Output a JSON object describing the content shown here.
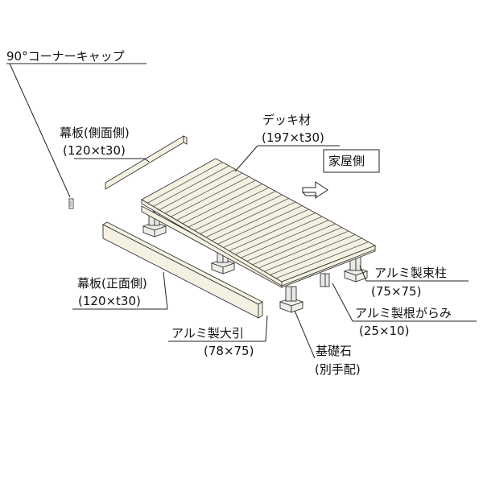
{
  "labels": {
    "corner_cap": "90°コーナーキャップ",
    "side_skirt": "幕板(側面側)",
    "side_skirt_size": "(120×t30)",
    "front_skirt": "幕板(正面側)",
    "front_skirt_size": "(120×t30)",
    "deck_board": "デッキ材",
    "deck_board_size": "(197×t30)",
    "house_side": "家屋側",
    "post": "アルミ製束柱",
    "post_size": "(75×75)",
    "brace": "アルミ製根がらみ",
    "brace_size": "(25×10)",
    "beam": "アルミ製大引",
    "beam_size": "(78×75)",
    "foundation": "基礎石",
    "foundation_note": "(別手配)"
  },
  "colors": {
    "board_fill": "#f4f1e2",
    "line": "#222222"
  },
  "icons": {
    "house_direction": "arrow-right-outline-icon"
  }
}
